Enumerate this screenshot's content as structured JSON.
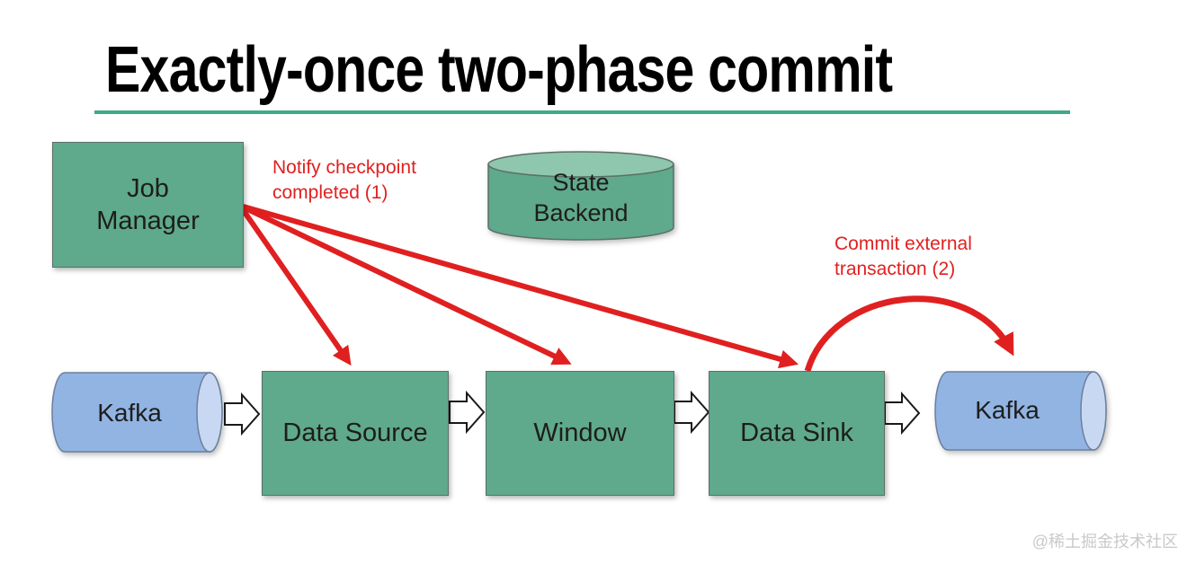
{
  "slide": {
    "title": "Exactly-once two-phase commit",
    "watermark": "@稀土掘金技术社区"
  },
  "colors": {
    "title_underline": "#3fa98b",
    "node_fill": "#5fa98c",
    "cylinder_top_fill": "#8ec7ad",
    "kafka_fill": "#92b4e3",
    "kafka_cap_fill": "#c9d8f2",
    "arrow_red": "#e02020",
    "text_black": "#1d1d1d",
    "watermark_gray": "#c9c9c9"
  },
  "nodes": {
    "job_manager": {
      "label": "Job Manager"
    },
    "state_backend": {
      "label": "State Backend"
    },
    "kafka_in": {
      "label": "Kafka"
    },
    "data_source": {
      "label": "Data Source"
    },
    "window": {
      "label": "Window"
    },
    "data_sink": {
      "label": "Data Sink"
    },
    "kafka_out": {
      "label": "Kafka"
    }
  },
  "annotations": {
    "notify_checkpoint": {
      "label": "Notify checkpoint completed (1)"
    },
    "commit_transaction": {
      "label": "Commit external transaction (2)"
    }
  },
  "edges": [
    {
      "from": "kafka_in",
      "to": "data_source",
      "type": "block-arrow"
    },
    {
      "from": "data_source",
      "to": "window",
      "type": "block-arrow"
    },
    {
      "from": "window",
      "to": "data_sink",
      "type": "block-arrow"
    },
    {
      "from": "data_sink",
      "to": "kafka_out",
      "type": "block-arrow"
    },
    {
      "from": "job_manager",
      "to": "data_source",
      "type": "notify-arrow",
      "label": "Notify checkpoint completed (1)"
    },
    {
      "from": "job_manager",
      "to": "window",
      "type": "notify-arrow"
    },
    {
      "from": "job_manager",
      "to": "data_sink",
      "type": "notify-arrow"
    },
    {
      "from": "data_sink",
      "to": "kafka_out",
      "type": "commit-curved-arrow",
      "label": "Commit external transaction (2)"
    }
  ]
}
